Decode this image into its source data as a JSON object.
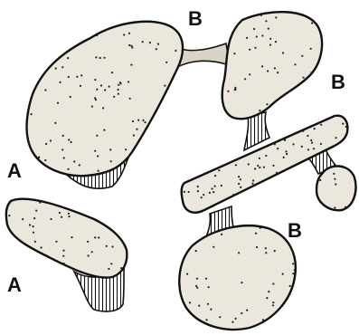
{
  "labels": {
    "b_top": "B",
    "b_right": "B",
    "b_bottom": "B",
    "a_upper": "A",
    "a_lower": "A"
  },
  "colors": {
    "ink": "#111111",
    "particle_fill": "#ebe7dc",
    "bridge_fill": "#d9d4c6",
    "background": "#ffffff"
  }
}
